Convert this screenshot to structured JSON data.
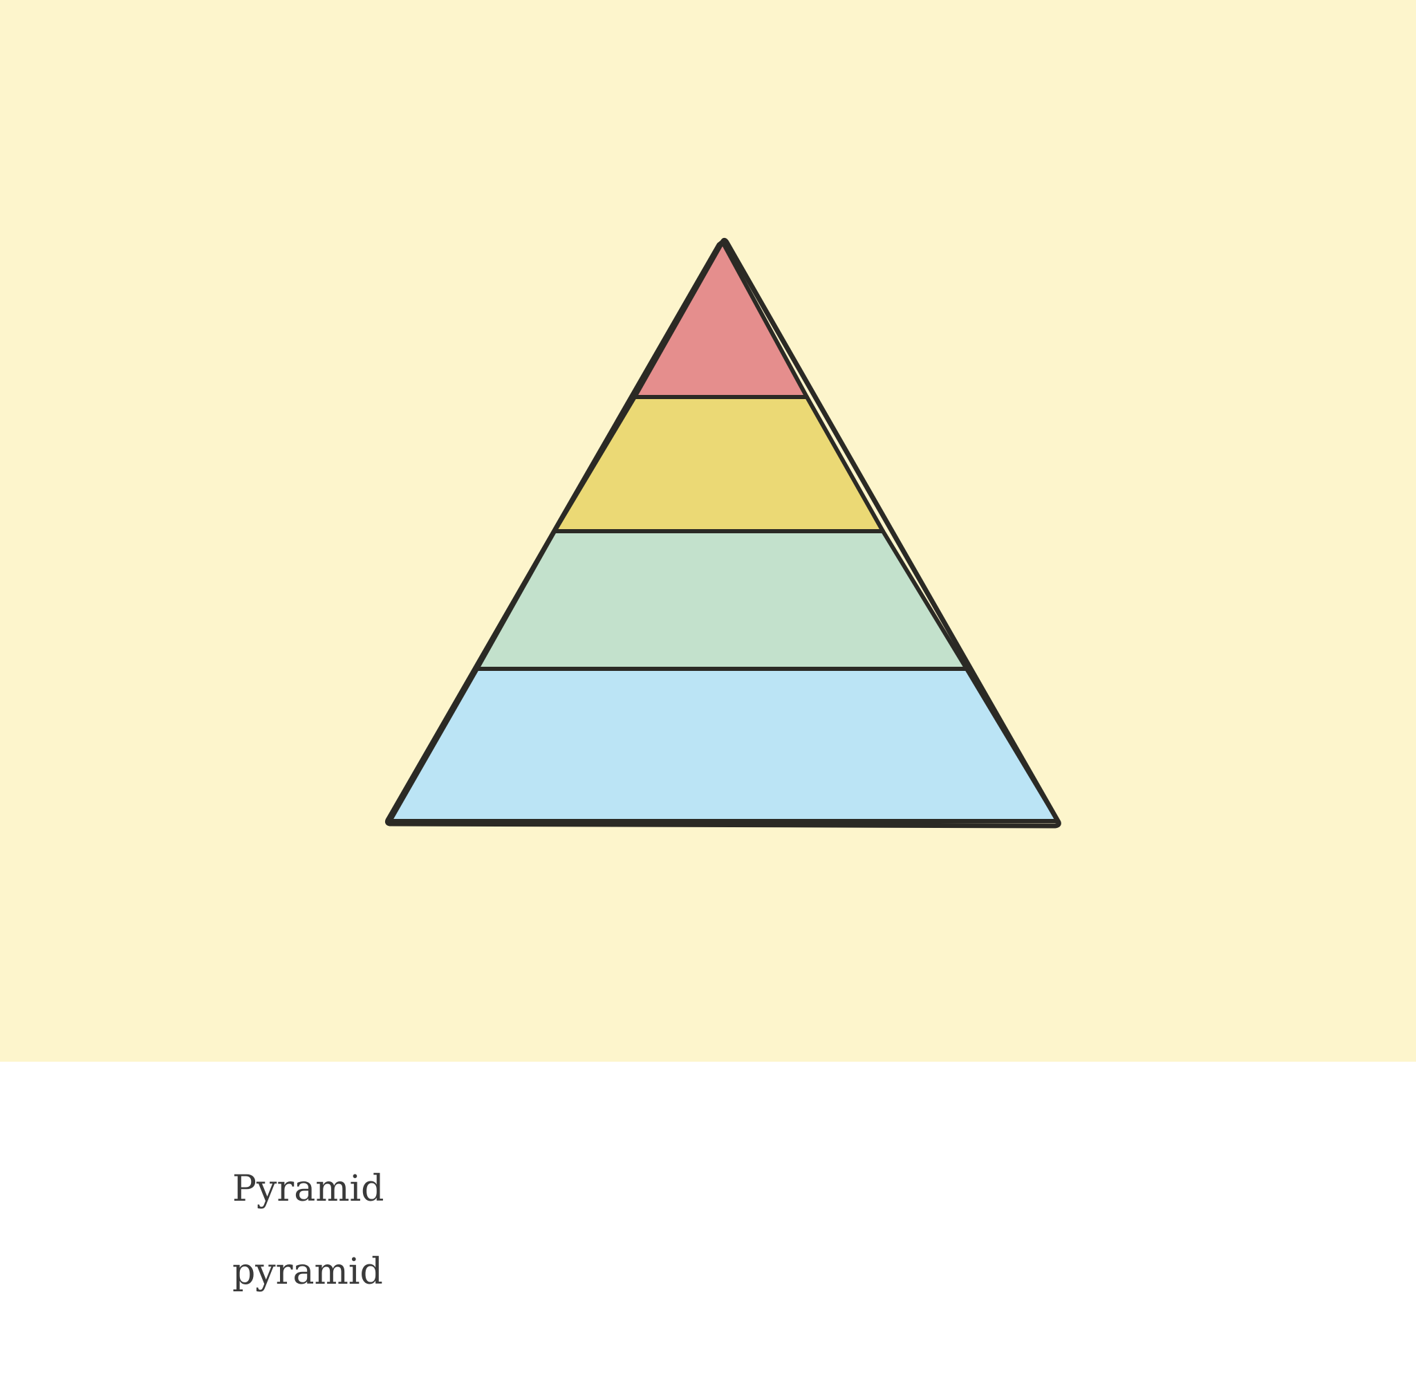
{
  "caption": {
    "title": "Pyramid",
    "subtitle": "pyramid"
  },
  "illustration": {
    "background_color": "#fdf5cc",
    "outline_color": "#2b2a25",
    "layers": [
      {
        "position": "top",
        "color": "#e58e8d"
      },
      {
        "position": "second",
        "color": "#ebd975"
      },
      {
        "position": "third",
        "color": "#c3e1cc"
      },
      {
        "position": "bottom",
        "color": "#bbe4f5"
      }
    ]
  }
}
